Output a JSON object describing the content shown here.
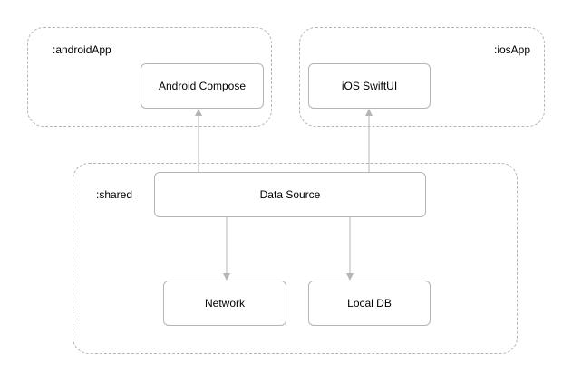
{
  "modules": {
    "android": {
      "label": ":androidApp"
    },
    "ios": {
      "label": ":iosApp"
    },
    "shared": {
      "label": ":shared"
    }
  },
  "nodes": {
    "android_compose": "Android Compose",
    "ios_swiftui": "iOS SwiftUI",
    "data_source": "Data Source",
    "network": "Network",
    "local_db": "Local DB"
  },
  "edges": [
    {
      "from": "Data Source",
      "to": "Android Compose"
    },
    {
      "from": "Data Source",
      "to": "iOS SwiftUI"
    },
    {
      "from": "Data Source",
      "to": "Network"
    },
    {
      "from": "Data Source",
      "to": "Local DB"
    }
  ],
  "colors": {
    "border": "#b5b5b5",
    "arrow": "#b5b5b5",
    "text": "#000000"
  }
}
